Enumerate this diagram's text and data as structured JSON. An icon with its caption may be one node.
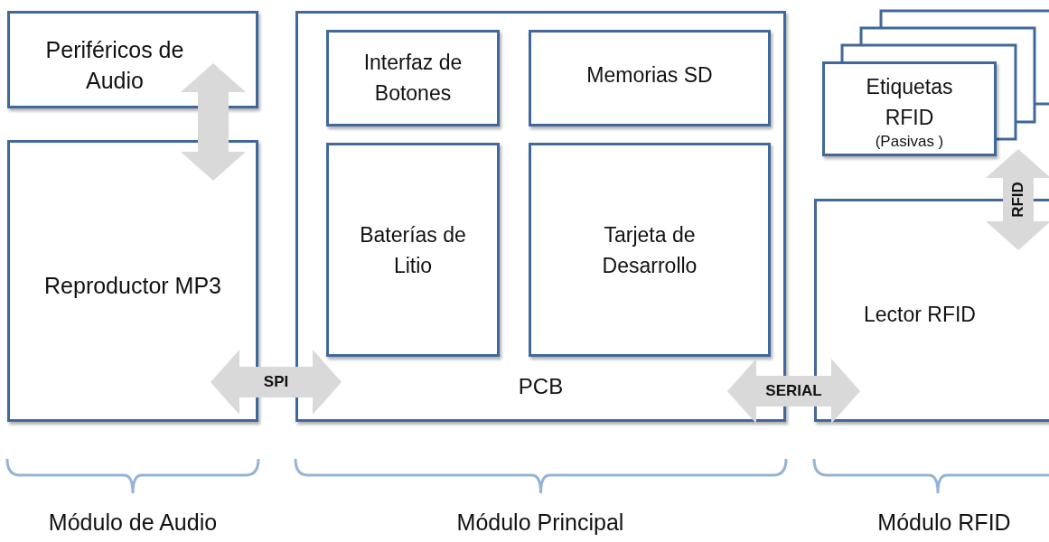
{
  "diagram": {
    "nodes": [
      {
        "text": [
          "Periféricos de Audio"
        ]
      },
      {
        "text": [
          "Reproductor MP3"
        ]
      },
      {
        "text": [
          "PCB"
        ]
      },
      {
        "text": [
          "Interfaz de Botones"
        ],
        "in": 2
      },
      {
        "text": [
          "Memorias SD"
        ],
        "in": 2
      },
      {
        "text": [
          "Baterías de Litio"
        ],
        "in": 2
      },
      {
        "text": [
          "Tarjeta de Desarrollo"
        ],
        "in": 2
      },
      {
        "text": [
          "Etiquetas RFID",
          "(Pasivas )"
        ]
      },
      {
        "text": [
          "Lector RFID"
        ]
      }
    ],
    "edges": [
      {
        "from": 0,
        "to": 1,
        "arrow": "both"
      },
      {
        "from": 1,
        "to": 2,
        "arrow": "both",
        "label": "SPI"
      },
      {
        "from": 2,
        "to": 8,
        "arrow": "both",
        "label": "SERIAL"
      },
      {
        "from": 7,
        "to": 8,
        "arrow": "both",
        "label": "RFID"
      }
    ],
    "labels": [
      "Módulo de Audio",
      "Módulo Principal",
      "Módulo RFID"
    ]
  }
}
